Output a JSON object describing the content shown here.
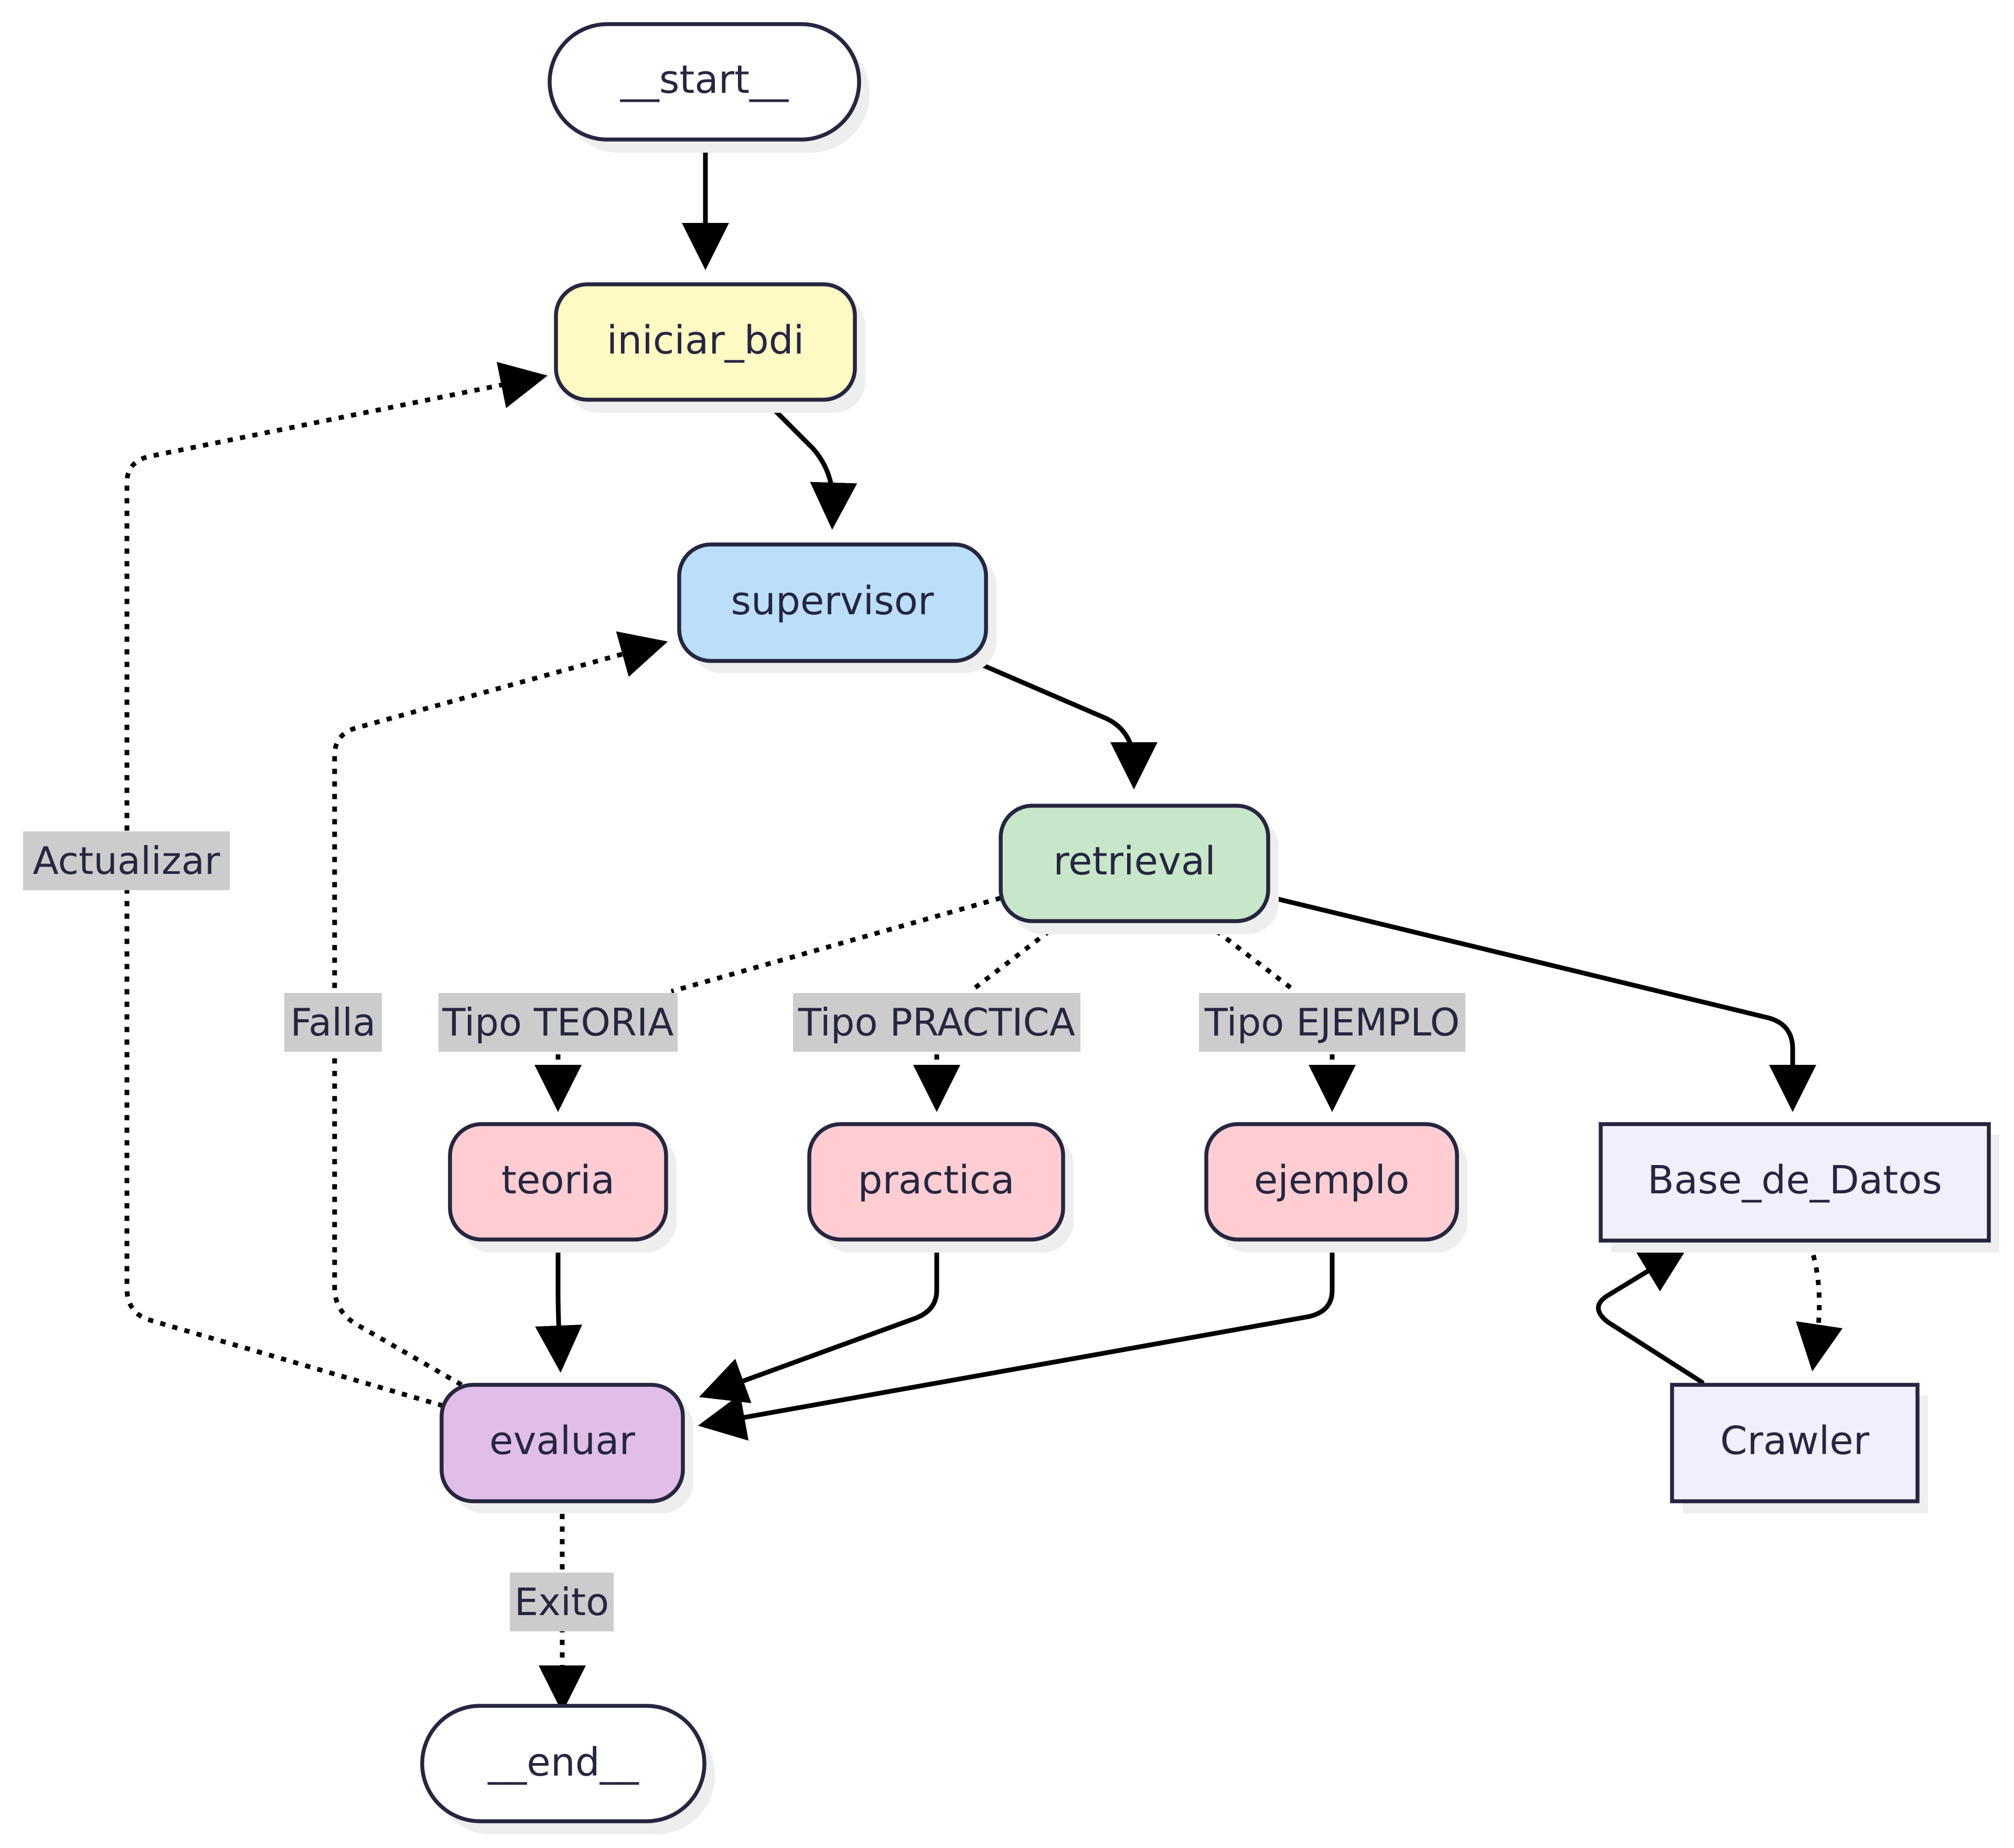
{
  "nodes": {
    "start": {
      "label": "__start__",
      "color": "#ffffff"
    },
    "iniciar_bdi": {
      "label": "iniciar_bdi",
      "color": "#fff9c4"
    },
    "supervisor": {
      "label": "supervisor",
      "color": "#bbdefb"
    },
    "retrieval": {
      "label": "retrieval",
      "color": "#c8e6c9"
    },
    "teoria": {
      "label": "teoria",
      "color": "#ffcdd2"
    },
    "practica": {
      "label": "practica",
      "color": "#ffcdd2"
    },
    "ejemplo": {
      "label": "ejemplo",
      "color": "#ffcdd2"
    },
    "base_de_datos": {
      "label": "Base_de_Datos",
      "color": "#f0f0fc"
    },
    "crawler": {
      "label": "Crawler",
      "color": "#f0f0fc"
    },
    "evaluar": {
      "label": "evaluar",
      "color": "#e1bee7"
    },
    "end": {
      "label": "__end__",
      "color": "#ffffff"
    }
  },
  "edge_labels": {
    "actualizar": "Actualizar",
    "falla": "Falla",
    "tipo_teoria": "Tipo TEORIA",
    "tipo_practica": "Tipo PRACTICA",
    "tipo_ejemplo": "Tipo EJEMPLO",
    "exito": "Exito"
  }
}
